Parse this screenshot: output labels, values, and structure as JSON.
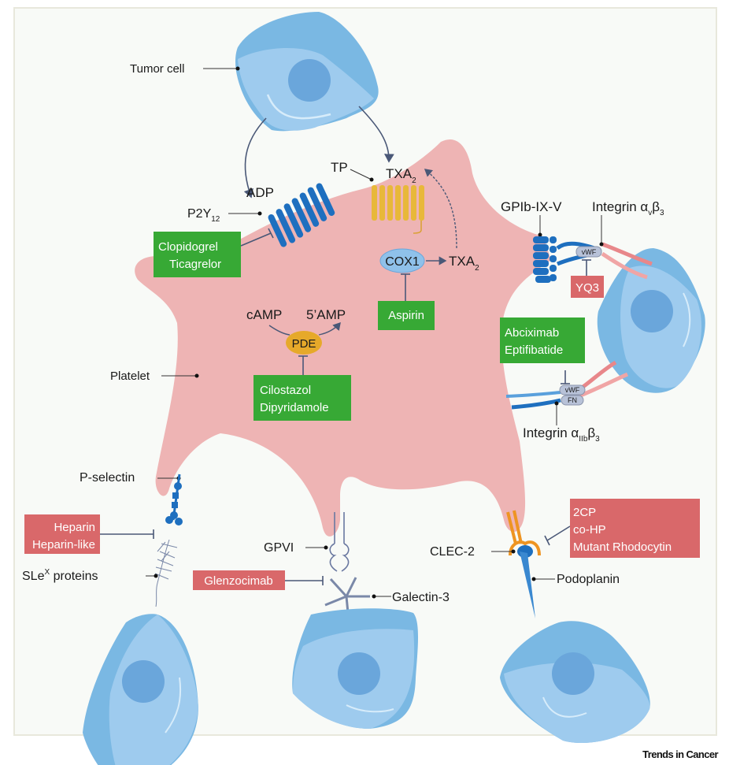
{
  "figure": {
    "journal_credit": "Trends in Cancer",
    "colors": {
      "platelet": "#eeb4b4",
      "tumor_cell_dark": "#7ab8e3",
      "tumor_cell_light": "#9ecbee",
      "nucleus": "#6aa6db",
      "approved_drug_box": "#37a935",
      "investigational_drug_box": "#d9686a",
      "receptor_blue": "#1e6fbf",
      "tp_receptor": "#e8b83a",
      "pde_enzyme": "#e6a92a",
      "cox1_enzyme": "#8fc1ea",
      "clec2": "#ee9422",
      "arrow": "#4a5877"
    },
    "cells": {
      "tumor_cell_label": "Tumor cell",
      "platelet_label": "Platelet"
    },
    "mediators": {
      "adp": "ADP",
      "txa2_top": "TXA",
      "txa2_top_sub": "2",
      "txa2_inner": "TXA",
      "txa2_inner_sub": "2",
      "camp": "cAMP",
      "five_amp": "5’AMP"
    },
    "receptors": {
      "p2y12": "P2Y",
      "p2y12_sub": "12",
      "tp": "TP",
      "gpib": "GPIb-IX-V",
      "integrin_avb3": "Integrin α",
      "integrin_avb3_sub1": "v",
      "integrin_avb3_beta": "β",
      "integrin_avb3_sub2": "3",
      "integrin_aiibb3": "Integrin α",
      "integrin_aiibb3_sub1": "IIb",
      "integrin_aiibb3_beta": "β",
      "integrin_aiibb3_sub2": "3",
      "p_selectin": "P-selectin",
      "slex": "SLe",
      "slex_sup": "X",
      "slex_suffix": " proteins",
      "gpvi": "GPVI",
      "galectin3": "Galectin-3",
      "clec2": "CLEC-2",
      "podoplanin": "Podoplanin"
    },
    "enzymes": {
      "pde": "PDE",
      "cox1": "COX1",
      "vwf": "vWF",
      "vwf2": "vWF",
      "fn": "FN"
    },
    "drugs": {
      "p2y12_inhibitors": [
        "Clopidogrel",
        "Ticagrelor"
      ],
      "cox_inhibitor": [
        "Aspirin"
      ],
      "pde_inhibitors": [
        "Cilostazol",
        "Dipyridamole"
      ],
      "gpib_inhibitor": [
        "YQ3"
      ],
      "integrin_inhibitors": [
        "Abciximab",
        "Eptifibatide"
      ],
      "selectin_inhibitors": [
        "Heparin",
        "Heparin-like"
      ],
      "gpvi_inhibitor": [
        "Glenzocimab"
      ],
      "clec2_inhibitors": [
        "2CP",
        "co-HP",
        "Mutant Rhodocytin"
      ]
    }
  }
}
